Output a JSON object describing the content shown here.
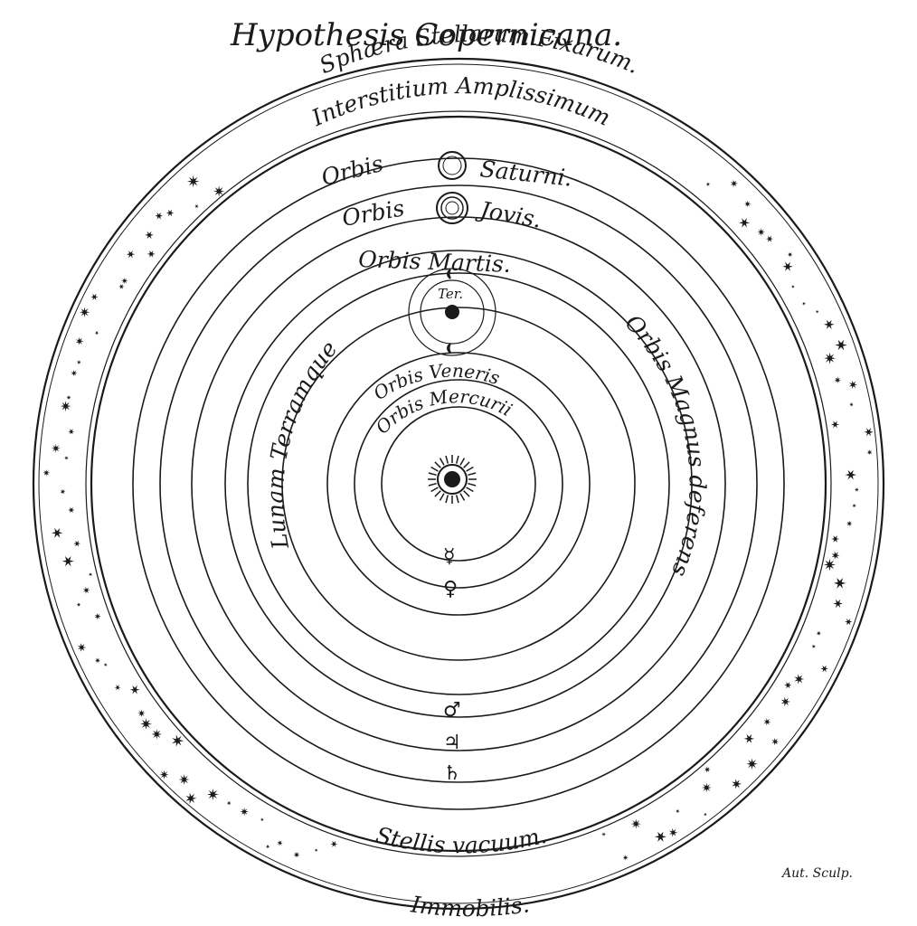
{
  "title": "Hypothesis Copernicana.",
  "signature": "Aut. Sculp.",
  "labels": {
    "sphaera": "Sphæra Stellarum Fixarum.",
    "immobilis": "Immobilis.",
    "interstitium": "Interstitium Amplissimum",
    "stellis_vacuum": "Stellis vacuum.",
    "orbis_saturni_1": "Orbis",
    "orbis_saturni_2": "Saturni.",
    "orbis_jovis_1": "Orbis",
    "orbis_jovis_2": "Jovis.",
    "orbis_martis": "Orbis Martis.",
    "terra": "Ter.",
    "orbis_magnus": "Orbis Magnus deferens",
    "lunam_terramque": "Lunam Terramque",
    "orbis_veneris": "Orbis Veneris",
    "orbis_mercurii": "Orbis Mercurii"
  },
  "symbols": {
    "mercury": "☿",
    "venus": "♀",
    "mars": "♂",
    "jupiter": "♃",
    "saturn": "♄"
  },
  "colors": {
    "ink": "#1a1a1a",
    "paper": "#ffffff"
  }
}
